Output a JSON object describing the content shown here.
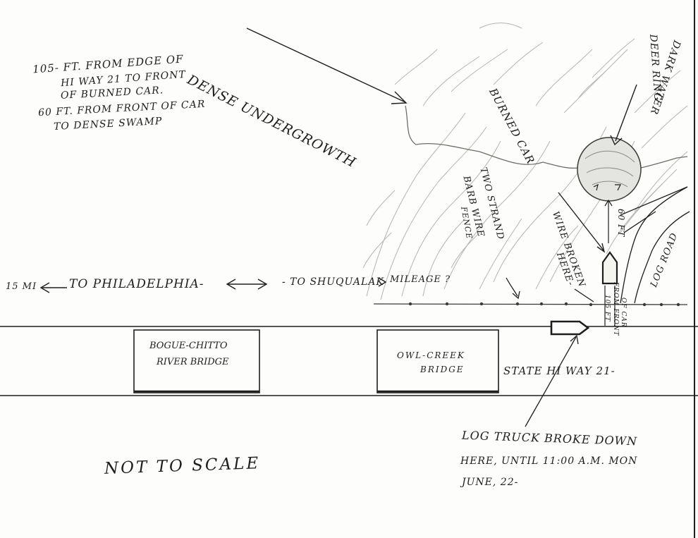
{
  "notes": {
    "line1": "105- Ft. From Edge of",
    "line2": "Hi Way 21 To Front",
    "line3": "of Burned Car.",
    "line4": "60 Ft. From Front of Car",
    "line5": "To Dense Swamp"
  },
  "labels": {
    "dense_undergrowth": "Dense Undergrowth",
    "burned_car": "Burned Car",
    "deer_ring": "Deer Ring",
    "dark_water": "Dark Water",
    "two_strand": "Two Strand",
    "barb_wire": "Barb Wire",
    "fence": "Fence",
    "wire_broken": "Wire Broken",
    "here": "Here-",
    "sixty_ft": "60 Ft",
    "log_road": "Log Road",
    "hundred_five_ft": "105 Ft",
    "from_front": "From Front",
    "of_car": "of Car",
    "directions": {
      "distance": "15 mi",
      "philadelphia": "To Philadelphia-",
      "shuqualak": "- To Shuqualak",
      "mileage": "Mileage ?"
    },
    "bogue_chitto": "Bogue-Chitto",
    "river_bridge": "River Bridge",
    "owl_creek": "Owl-Creek",
    "bridge": "Bridge",
    "highway": "State Hi Way 21-",
    "log_truck_1": "Log Truck Broke Down",
    "log_truck_2": "Here, Until 11:00 A.M. Mon",
    "log_truck_3": "June, 22-",
    "not_to_scale": "Not To Scale"
  },
  "colors": {
    "ink": "#1e1e1e",
    "pencil": "#9a9a96",
    "paper": "#fdfdfb"
  }
}
